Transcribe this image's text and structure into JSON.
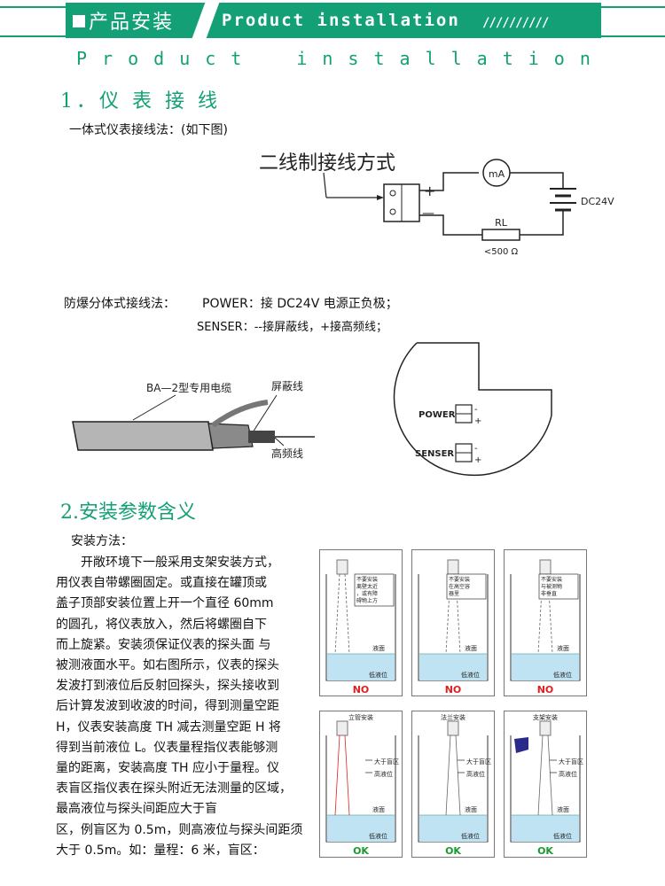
{
  "header": {
    "title_cn": "产品安装",
    "title_en": "Product installation",
    "stripes": "//////////",
    "subtitle_letters": [
      "P",
      "r",
      "o",
      "d",
      "u",
      "c",
      "t",
      "i",
      "n",
      "s",
      "t",
      "a",
      "l",
      "l",
      "a",
      "t",
      "i",
      "o",
      "n"
    ]
  },
  "section1": {
    "heading": "1．仪 表 接 线",
    "integral_label": "一体式仪表接线法：(如下图)",
    "wiring": {
      "title": "二线制接线方式",
      "meter": "mA",
      "supply": "DC24V",
      "resistor": "RL",
      "resistor_value": "<500 Ω",
      "plus": "+",
      "minus": "—"
    },
    "explosion_label": "防爆分体式接线法：",
    "power_text": "POWER：接 DC24V 电源正负极；",
    "senser_text": "SENSER：--接屏蔽线，+接高频线；",
    "cable": {
      "type_label": "BA—2型专用电缆",
      "shield_label": "屏蔽线",
      "hf_label": "高频线"
    },
    "terminal": {
      "power": "POWER",
      "senser": "SENSER",
      "minus": "-",
      "plus": "+"
    }
  },
  "section2": {
    "heading": "2.安装参数含义",
    "method_label": "安装方法：",
    "paragraph": [
      "开敞环境下一般采用支架安装方式，",
      "用仪表自带螺圈固定。或直接在罐顶或",
      "盖子顶部安装位置上开一个直径  60mm",
      "的圆孔，将仪表放入，然后将螺圈自下",
      "而上旋紧。安装须保证仪表的探头面 与",
      "被测液面水平。如右图所示，仪表的探头",
      "发波打到液位后反射回探头，探头接收到",
      "后计算发波到收波的时间，得到测量空距",
      "H，仪表安装高度 TH 减去测量空距 H 将",
      "得到当前液位 L。仪表量程指仪表能够测",
      "量的距离，安装高度 TH 应小于量程。仪",
      "表盲区指仪表在探头附近无法测量的区域，",
      "最高液位与探头间距应大于盲",
      "区，例盲区为 0.5m，则高液位与探头间距须",
      "大于 0.5m。如：量程：6 米，盲区："
    ],
    "panels": [
      {
        "title": "",
        "note": [
          "不要安装",
          "离壁太近",
          "，或有障",
          "碍物上方"
        ],
        "liquid": "液面",
        "low": "低液位",
        "verdict": "NO",
        "verdict_color": "#e02020"
      },
      {
        "title": "",
        "note": [
          "不要安装",
          "在高空容",
          "器里"
        ],
        "liquid": "液面",
        "low": "低液位",
        "verdict": "NO",
        "verdict_color": "#e02020"
      },
      {
        "title": "",
        "note": [
          "不要安装",
          "与被测物",
          "非垂直"
        ],
        "liquid": "液面",
        "low": "低液位",
        "verdict": "NO",
        "verdict_color": "#e02020"
      },
      {
        "title": "立管安装",
        "blind": "大于盲区",
        "high": "高液位",
        "liquid": "液面",
        "low": "低液位",
        "verdict": "OK",
        "verdict_color": "#1a9a30"
      },
      {
        "title": "法兰安装",
        "blind": "大于盲区",
        "high": "高液位",
        "liquid": "液面",
        "low": "低液位",
        "verdict": "OK",
        "verdict_color": "#1a9a30"
      },
      {
        "title": "支架安装",
        "blind": "大于盲区",
        "high": "高液位",
        "liquid": "液面",
        "low": "低液位",
        "verdict": "OK",
        "verdict_color": "#1a9a30"
      }
    ]
  },
  "colors": {
    "accent": "#14a076",
    "water": "#bfe3f2",
    "no": "#e02020",
    "ok": "#1a9a30"
  }
}
